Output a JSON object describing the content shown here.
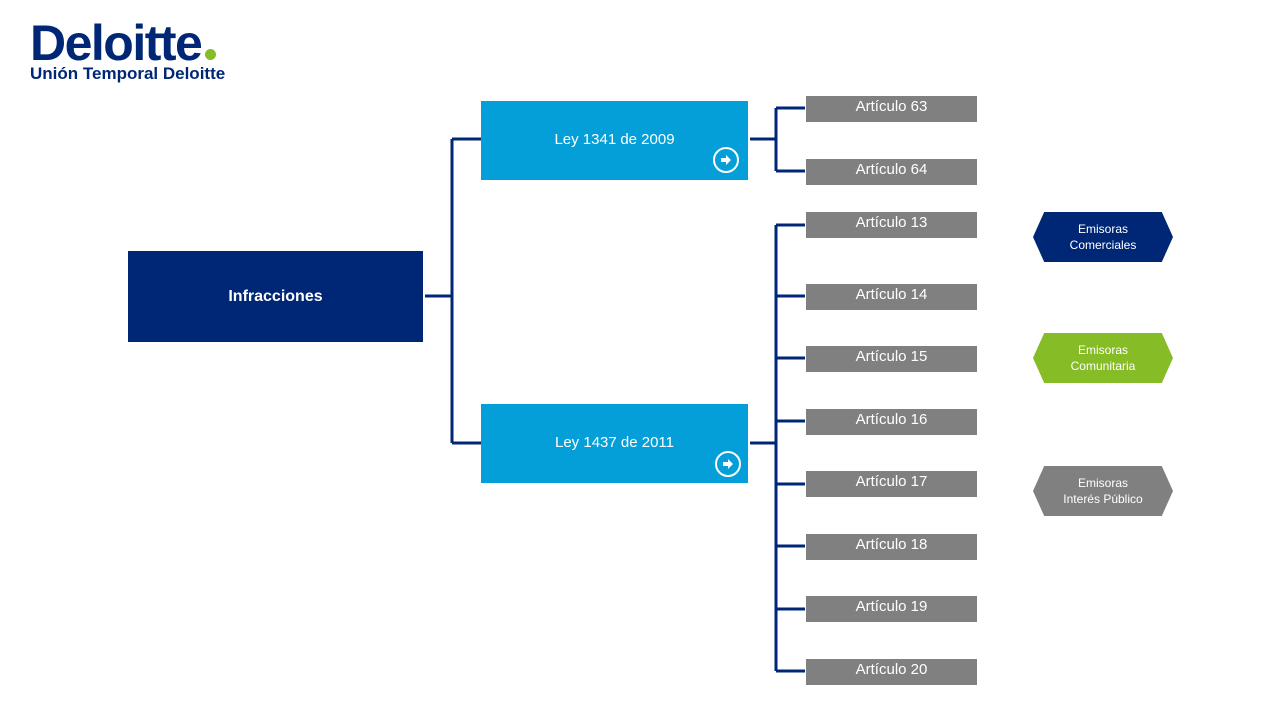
{
  "header": {
    "logo_text": "Deloitte",
    "subtitle": "Unión Temporal Deloitte"
  },
  "diagram": {
    "root": "Infracciones",
    "laws": [
      {
        "label": "Ley 1341 de 2009",
        "articles": [
          "Artículo 63",
          "Artículo 64"
        ]
      },
      {
        "label": "Ley 1437 de 2011",
        "articles": [
          "Artículo 13",
          "Artículo 14",
          "Artículo 15",
          "Artículo 16",
          "Artículo 17",
          "Artículo 18",
          "Artículo 19",
          "Artículo 20"
        ]
      }
    ],
    "legend": [
      {
        "line1": "Emisoras",
        "line2": "Comerciales",
        "color": "#002776"
      },
      {
        "line1": "Emisoras",
        "line2": "Comunitaria",
        "color": "#86bc25"
      },
      {
        "line1": "Emisoras",
        "line2": "Interés Público",
        "color": "#808080"
      }
    ]
  },
  "colors": {
    "connector": "#002776",
    "brand_navy": "#002776",
    "brand_green": "#86bc25",
    "law_blue": "#049fd9",
    "article_gray": "#808080"
  },
  "icons": {
    "law_button": "arrow-right-circle-icon"
  }
}
